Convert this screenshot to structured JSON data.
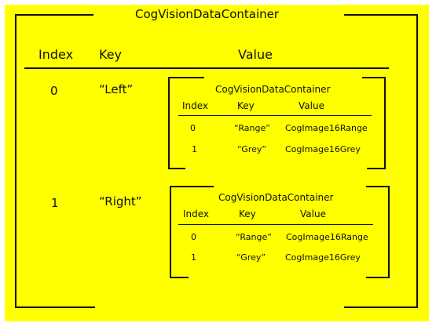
{
  "outer": {
    "title": "CogVisionDataContainer",
    "headers": {
      "index": "Index",
      "key": "Key",
      "value": "Value"
    },
    "rows": [
      {
        "index": "0",
        "key": "“Left”"
      },
      {
        "index": "1",
        "key": "“Right”"
      }
    ]
  },
  "inner": [
    {
      "title": "CogVisionDataContainer",
      "headers": {
        "index": "Index",
        "key": "Key",
        "value": "Value"
      },
      "rows": [
        {
          "index": "0",
          "key": "“Range”",
          "value": "CogImage16Range"
        },
        {
          "index": "1",
          "key": "“Grey”",
          "value": "CogImage16Grey"
        }
      ]
    },
    {
      "title": "CogVisionDataContainer",
      "headers": {
        "index": "Index",
        "key": "Key",
        "value": "Value"
      },
      "rows": [
        {
          "index": "0",
          "key": "“Range”",
          "value": "CogImage16Range"
        },
        {
          "index": "1",
          "key": "“Grey”",
          "value": "CogImage16Grey"
        }
      ]
    }
  ],
  "colors": {
    "background": "#ffff00",
    "stroke": "#111111"
  }
}
